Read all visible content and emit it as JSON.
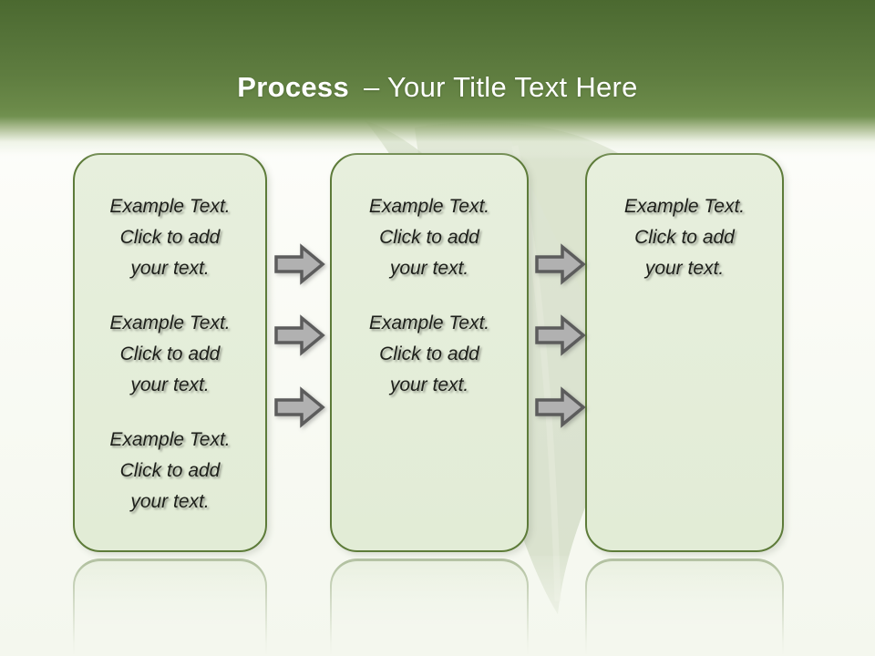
{
  "slide_title": {
    "primary": "Process",
    "secondary": "– Your Title Text Here"
  },
  "process_boxes": [
    {
      "id": "step-1",
      "paragraphs": [
        "Example Text.\nClick  to add\nyour text.",
        "Example Text.\nClick  to add\nyour text.",
        "Example Text.\nClick  to add\nyour text."
      ]
    },
    {
      "id": "step-2",
      "paragraphs": [
        "Example Text.\nClick  to add\nyour text.",
        "Example Text.\nClick  to add\nyour text."
      ]
    },
    {
      "id": "step-3",
      "paragraphs": [
        "Example Text.\nClick  to add\nyour text."
      ]
    }
  ],
  "arrows": {
    "icon": "right-block-arrow",
    "direction": "right",
    "between_step1_step2": 3,
    "between_step2_step3": 3
  },
  "decor": {
    "background_motif": "faded-sage-leaf",
    "bottom_effect": "box-reflection"
  },
  "colors": {
    "header_green_top": "#4b6930",
    "header_green_bottom": "#719150",
    "box_fill": "#e4edd9",
    "box_border": "#5d7b39",
    "arrow_fill": "#b1b1b1",
    "arrow_border": "#5c5c5c",
    "title_text": "#ffffff",
    "body_text": "#1d1f1a"
  }
}
